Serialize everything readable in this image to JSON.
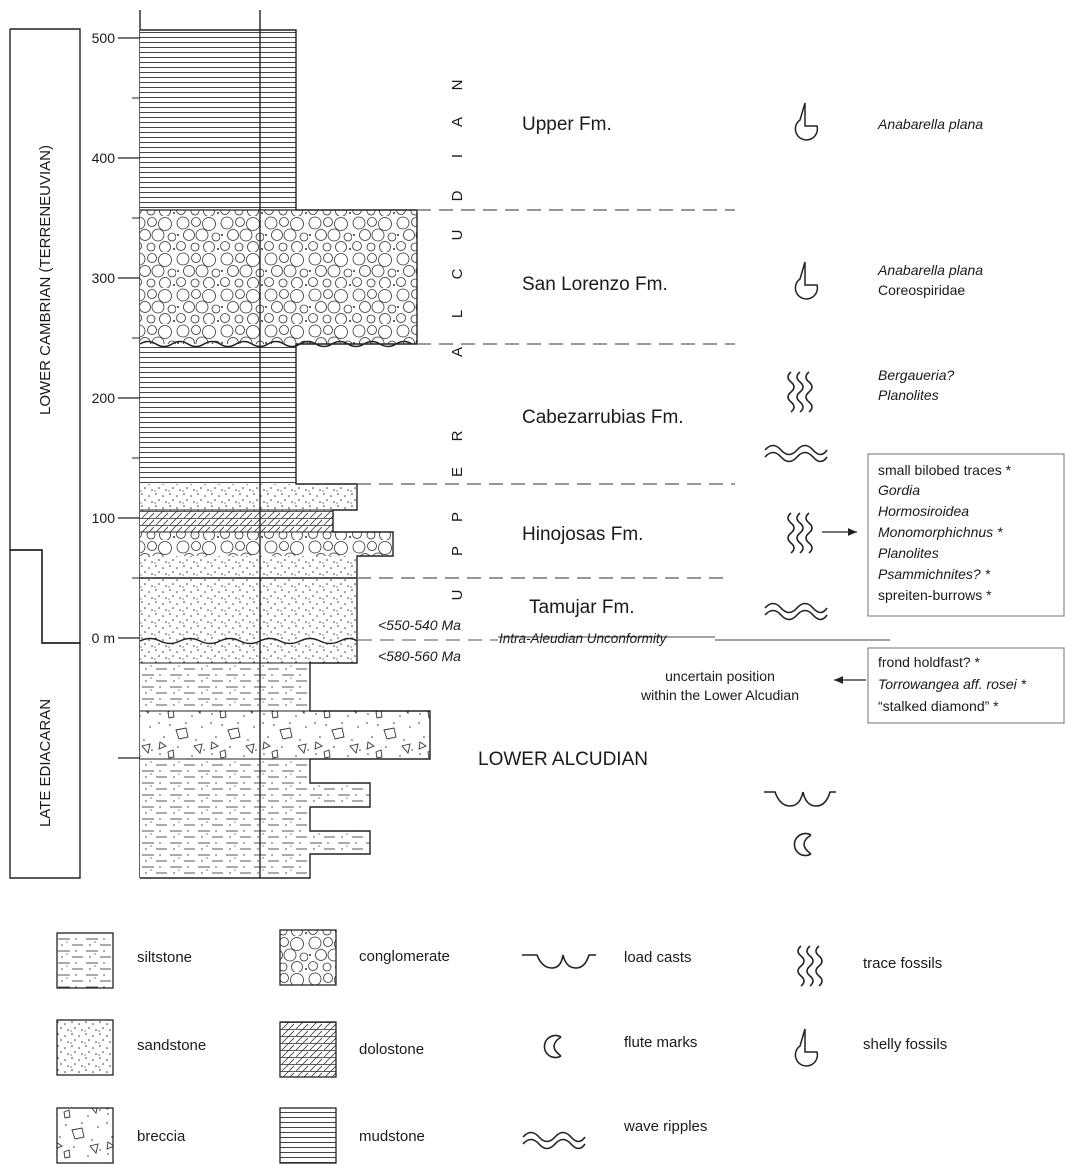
{
  "axis": {
    "ticks": [
      "500",
      "400",
      "300",
      "200",
      "100",
      "0 m"
    ],
    "unit": "m"
  },
  "periods": [
    {
      "id": "cambrian",
      "label": "LOWER CAMBRIAN (TERRENEUVIAN)"
    },
    {
      "id": "ediacaran",
      "label": "LATE EDIACARAN"
    }
  ],
  "group_label_letters": [
    "U",
    "P",
    "P",
    "E",
    "R",
    "A",
    "L",
    "C",
    "U",
    "D",
    "I",
    "A",
    "N"
  ],
  "formations": [
    {
      "id": "upper",
      "name": "Upper Fm.",
      "fossil_icon": "shelly-fossil-icon",
      "fossils": [
        {
          "text": "Anabarella plana",
          "italic": true
        }
      ]
    },
    {
      "id": "san-lorenzo",
      "name": "San Lorenzo Fm.",
      "fossil_icon": "shelly-fossil-icon",
      "fossils": [
        {
          "text": "Anabarella plana",
          "italic": true
        },
        {
          "text": "Coreospiridae",
          "italic": false
        }
      ]
    },
    {
      "id": "cabezarrubias",
      "name": "Cabezarrubias Fm.",
      "fossil_icon": "trace-fossil-icon",
      "fossils": [
        {
          "text": "Bergaueria?",
          "italic": true
        },
        {
          "text": "Planolites",
          "italic": true
        }
      ]
    },
    {
      "id": "hinojosas",
      "name": "Hinojosas Fm.",
      "fossil_icon": "trace-fossil-icon",
      "fossils": []
    },
    {
      "id": "tamujar",
      "name": "Tamujar Fm.",
      "fossil_icon": "wave-ripple-icon",
      "fossils": []
    }
  ],
  "lower_unit": "LOWER ALCUDIAN",
  "ages": {
    "upper": "<550-540 Ma",
    "lower": "<580-560 Ma"
  },
  "unconformity": "Intra-Aleudian Unconformity",
  "hinojosas_box": [
    {
      "text": "small bilobed traces *",
      "italic": false
    },
    {
      "text": "Gordia",
      "italic": true
    },
    {
      "text": "Hormosiroidea",
      "italic": true
    },
    {
      "text": "Monomorphichnus *",
      "italic": true
    },
    {
      "text": "Planolites",
      "italic": true
    },
    {
      "text": "Psammichnites? *",
      "italic": true
    },
    {
      "text": "spreiten-burrows *",
      "italic": false
    }
  ],
  "uncertain_note": [
    "uncertain position",
    "within the Lower Alcudian"
  ],
  "lower_box": [
    {
      "text": "frond holdfast? *",
      "italic": false
    },
    {
      "text": "Torrowangea aff. rosei *",
      "italic": true
    },
    {
      "text": "“stalked diamond” *",
      "italic": false
    }
  ],
  "legend": [
    {
      "id": "siltstone",
      "label": "siltstone"
    },
    {
      "id": "conglomerate",
      "label": "conglomerate"
    },
    {
      "id": "load-casts",
      "label": "load casts"
    },
    {
      "id": "trace-fossils",
      "label": "trace fossils"
    },
    {
      "id": "sandstone",
      "label": "sandstone"
    },
    {
      "id": "dolostone",
      "label": "dolostone"
    },
    {
      "id": "flute-marks",
      "label": "flute marks"
    },
    {
      "id": "shelly-fossils",
      "label": "shelly fossils"
    },
    {
      "id": "breccia",
      "label": "breccia"
    },
    {
      "id": "mudstone",
      "label": "mudstone"
    },
    {
      "id": "wave-ripples",
      "label": "wave ripples"
    }
  ]
}
